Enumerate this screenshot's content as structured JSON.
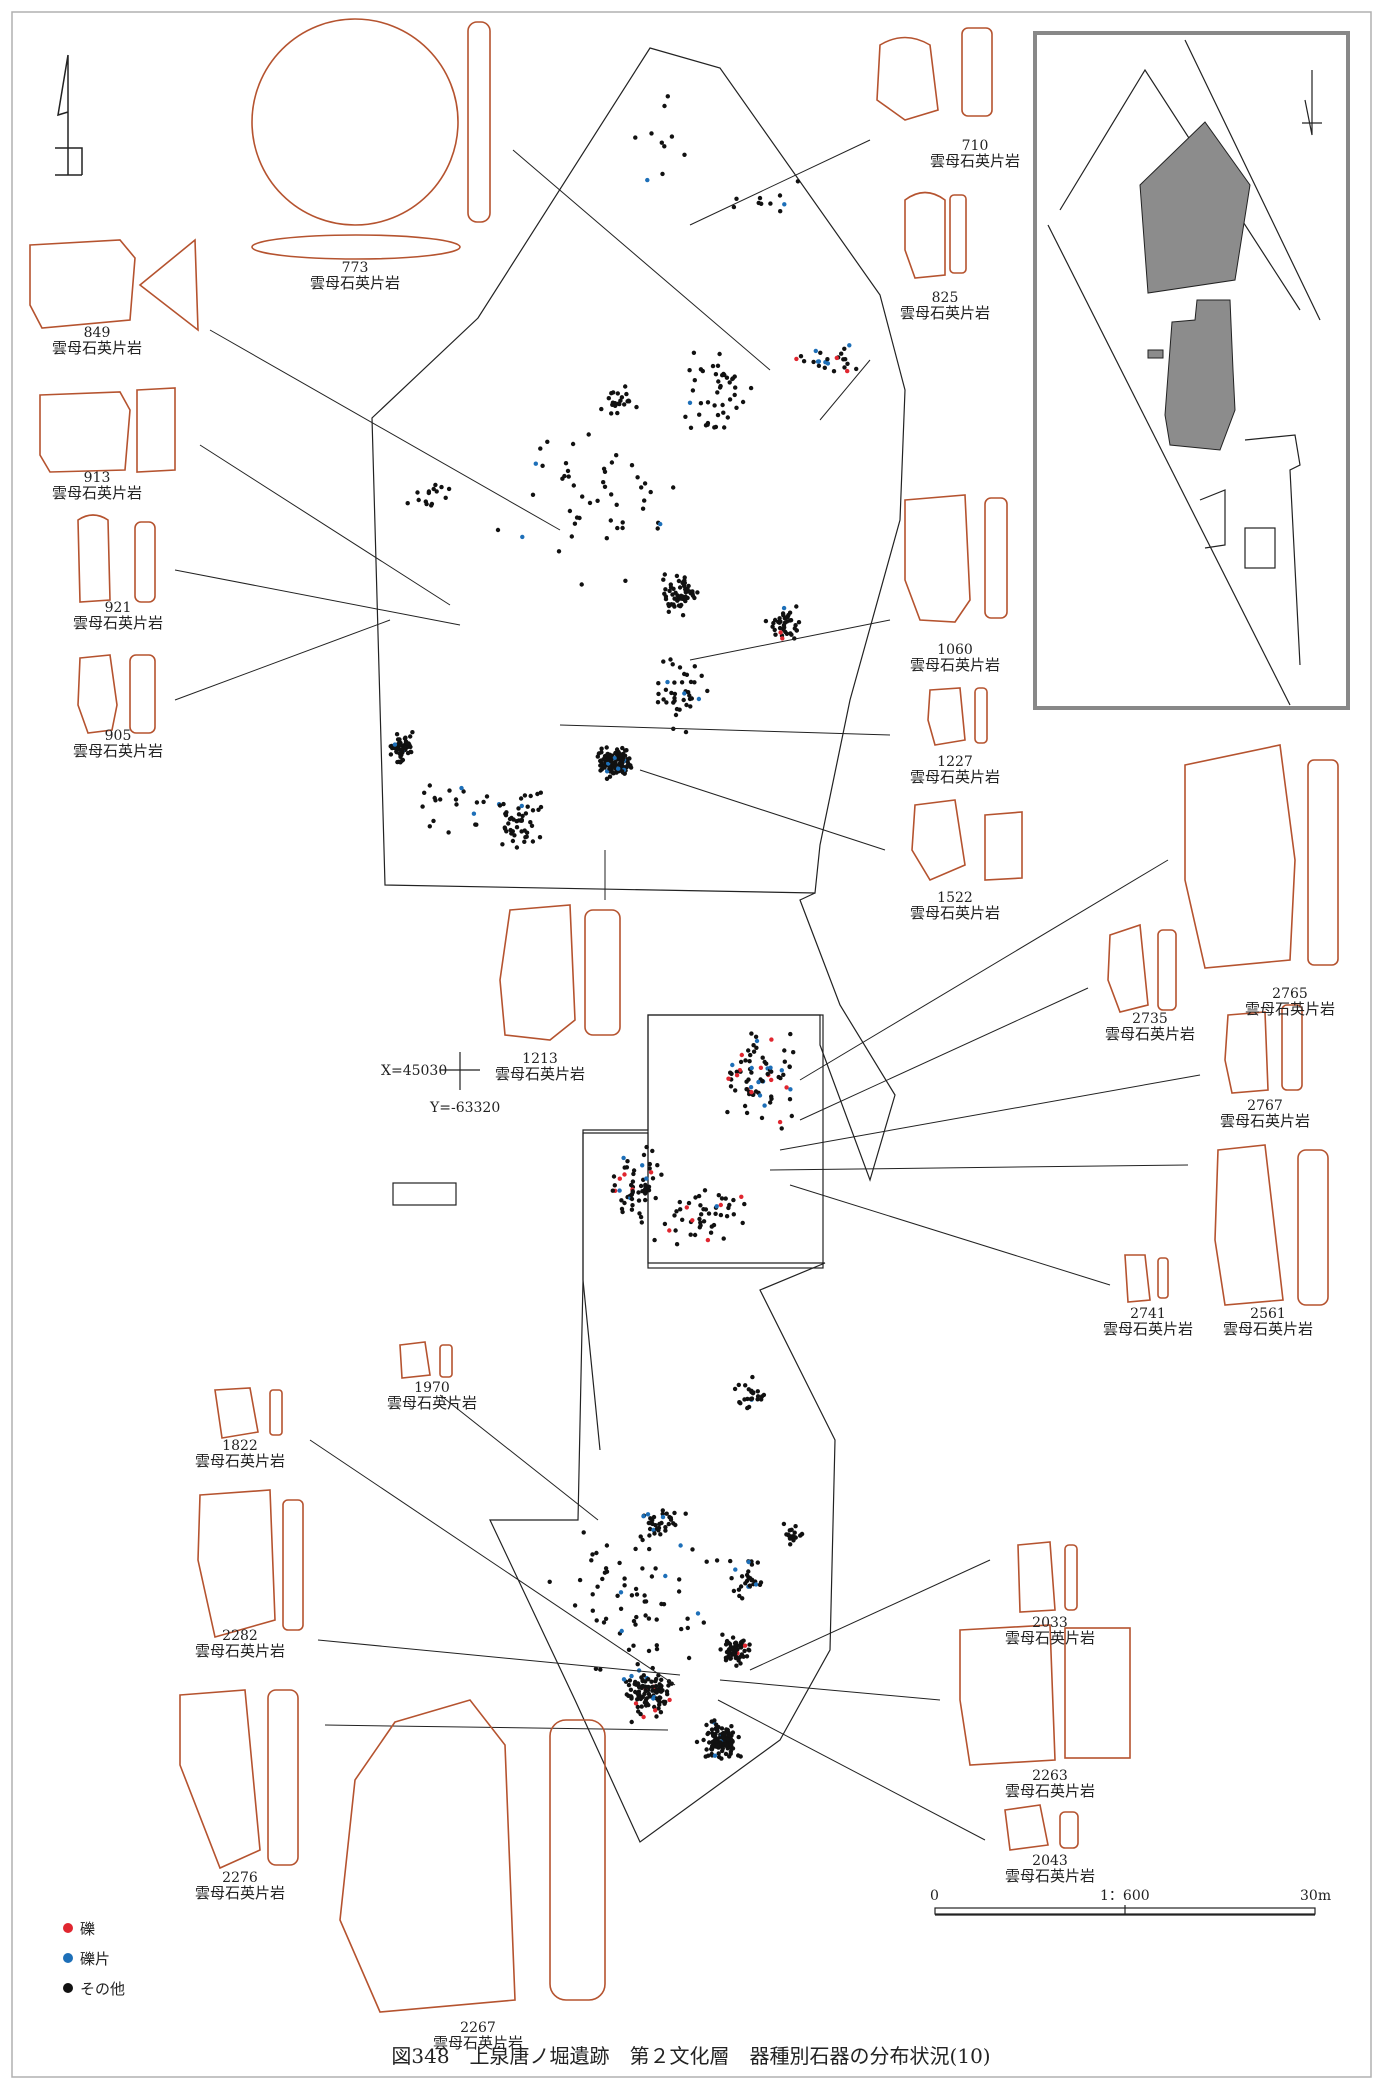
{
  "caption": "図348　上泉唐ノ堀遺跡　第２文化層　器種別石器の分布状況(10)",
  "material": "雲母石英片岩",
  "artifacts": [
    {
      "number": "773"
    },
    {
      "number": "710"
    },
    {
      "number": "825"
    },
    {
      "number": "849"
    },
    {
      "number": "913"
    },
    {
      "number": "921"
    },
    {
      "number": "905"
    },
    {
      "number": "1060"
    },
    {
      "number": "1227"
    },
    {
      "number": "1522"
    },
    {
      "number": "1213"
    },
    {
      "number": "2765"
    },
    {
      "number": "2735"
    },
    {
      "number": "2767"
    },
    {
      "number": "2561"
    },
    {
      "number": "2741"
    },
    {
      "number": "1970"
    },
    {
      "number": "1822"
    },
    {
      "number": "2282"
    },
    {
      "number": "2276"
    },
    {
      "number": "2267"
    },
    {
      "number": "2033"
    },
    {
      "number": "2263"
    },
    {
      "number": "2043"
    }
  ],
  "grid_marker": {
    "x": "X=45030",
    "y": "Y=-63320"
  },
  "legend": [
    {
      "label": "礫",
      "color": "#e0262f"
    },
    {
      "label": "礫片",
      "color": "#1d6fb8"
    },
    {
      "label": "その他",
      "color": "#111111"
    }
  ],
  "scale": {
    "start": "0",
    "ratio": "1：600",
    "end": "30m"
  },
  "colors": {
    "artifact_outline": "#b5532f",
    "inset_fill": "#8c8c8c",
    "frame": "#888888"
  }
}
